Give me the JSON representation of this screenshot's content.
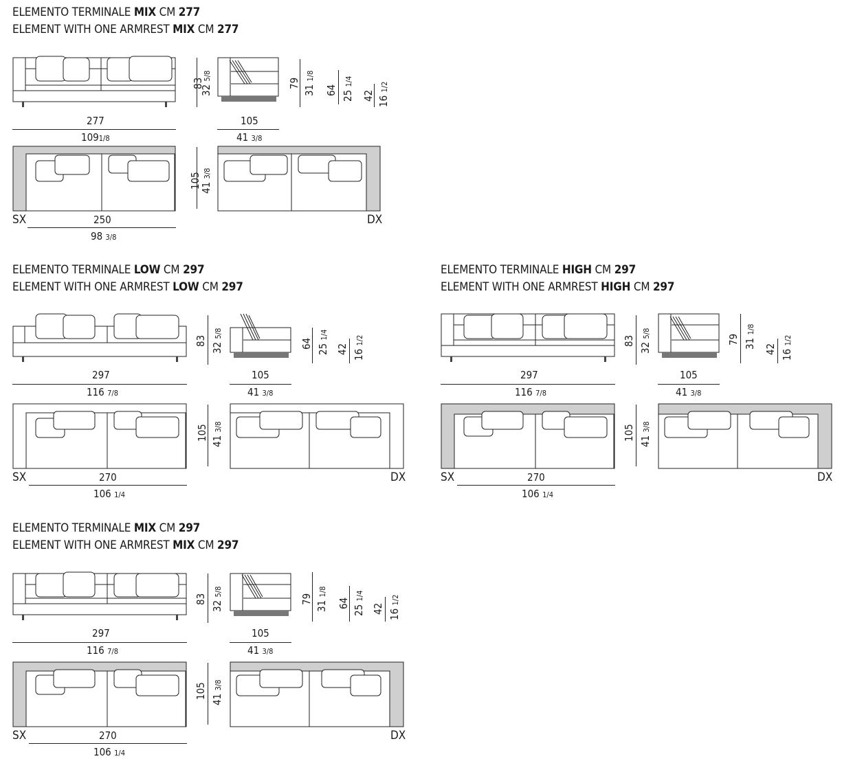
{
  "sections": [
    {
      "id": "mix-277",
      "title_it": {
        "prefix": "ELEMENTO TERMINALE ",
        "bold": "MIX",
        "mid": " CM ",
        "size": "277"
      },
      "title_en": {
        "prefix": "ELEMENT WITH ONE ARMREST ",
        "bold": "MIX",
        "mid": " CM ",
        "size": "277"
      },
      "front_width_cm": "277",
      "front_width_in": "109",
      "front_width_in_frac": "1/8",
      "front_height_cm": "83",
      "front_height_in": "32",
      "front_height_in_frac": "5/8",
      "side_depth_cm": "105",
      "side_depth_in": "41",
      "side_depth_in_frac": "3/8",
      "side_heights": [
        {
          "cm": "79",
          "in": "31",
          "frac": "1/8"
        },
        {
          "cm": "64",
          "in": "25",
          "frac": "1/4"
        },
        {
          "cm": "42",
          "in": "16",
          "frac": "1/2"
        }
      ],
      "plan_depth_cm": "105",
      "plan_depth_in": "41",
      "plan_depth_in_frac": "3/8",
      "seat_width_cm": "250",
      "seat_width_in": "98",
      "seat_width_in_frac": "3/8",
      "left_label": "SX",
      "right_label": "DX"
    },
    {
      "id": "low-297",
      "title_it": {
        "prefix": "ELEMENTO TERMINALE ",
        "bold": "LOW",
        "mid": " CM ",
        "size": "297"
      },
      "title_en": {
        "prefix": "ELEMENT WITH ONE ARMREST ",
        "bold": "LOW",
        "mid": " CM ",
        "size": "297"
      },
      "front_width_cm": "297",
      "front_width_in": "116",
      "front_width_in_frac": "7/8",
      "front_height_cm": "83",
      "front_height_in": "32",
      "front_height_in_frac": "5/8",
      "side_depth_cm": "105",
      "side_depth_in": "41",
      "side_depth_in_frac": "3/8",
      "side_heights": [
        {
          "cm": "64",
          "in": "25",
          "frac": "1/4"
        },
        {
          "cm": "42",
          "in": "16",
          "frac": "1/2"
        }
      ],
      "plan_depth_cm": "105",
      "plan_depth_in": "41",
      "plan_depth_in_frac": "3/8",
      "seat_width_cm": "270",
      "seat_width_in": "106",
      "seat_width_in_frac": "1/4",
      "left_label": "SX",
      "right_label": "DX"
    },
    {
      "id": "high-297",
      "title_it": {
        "prefix": "ELEMENTO TERMINALE ",
        "bold": "HIGH",
        "mid": " CM ",
        "size": "297"
      },
      "title_en": {
        "prefix": "ELEMENT WITH ONE ARMREST ",
        "bold": "HIGH",
        "mid": " CM ",
        "size": "297"
      },
      "front_width_cm": "297",
      "front_width_in": "116",
      "front_width_in_frac": "7/8",
      "front_height_cm": "83",
      "front_height_in": "32",
      "front_height_in_frac": "5/8",
      "side_depth_cm": "105",
      "side_depth_in": "41",
      "side_depth_in_frac": "3/8",
      "side_heights": [
        {
          "cm": "79",
          "in": "31",
          "frac": "1/8"
        },
        {
          "cm": "42",
          "in": "16",
          "frac": "1/2"
        }
      ],
      "plan_depth_cm": "105",
      "plan_depth_in": "41",
      "plan_depth_in_frac": "3/8",
      "seat_width_cm": "270",
      "seat_width_in": "106",
      "seat_width_in_frac": "1/4",
      "left_label": "SX",
      "right_label": "DX"
    },
    {
      "id": "mix-297",
      "title_it": {
        "prefix": "ELEMENTO TERMINALE ",
        "bold": "MIX",
        "mid": " CM ",
        "size": "297"
      },
      "title_en": {
        "prefix": "ELEMENT WITH ONE ARMREST ",
        "bold": "MIX",
        "mid": " CM ",
        "size": "297"
      },
      "front_width_cm": "297",
      "front_width_in": "116",
      "front_width_in_frac": "7/8",
      "front_height_cm": "83",
      "front_height_in": "32",
      "front_height_in_frac": "5/8",
      "side_depth_cm": "105",
      "side_depth_in": "41",
      "side_depth_in_frac": "3/8",
      "side_heights": [
        {
          "cm": "79",
          "in": "31",
          "frac": "1/8"
        },
        {
          "cm": "64",
          "in": "25",
          "frac": "1/4"
        },
        {
          "cm": "42",
          "in": "16",
          "frac": "1/2"
        }
      ],
      "plan_depth_cm": "105",
      "plan_depth_in": "41",
      "plan_depth_in_frac": "3/8",
      "seat_width_cm": "270",
      "seat_width_in": "106",
      "seat_width_in_frac": "1/4",
      "left_label": "SX",
      "right_label": "DX"
    }
  ],
  "colors": {
    "line": "#222222",
    "fill_gray": "#cfcfcf",
    "fill_light": "#ebebeb",
    "base": "#777777"
  }
}
